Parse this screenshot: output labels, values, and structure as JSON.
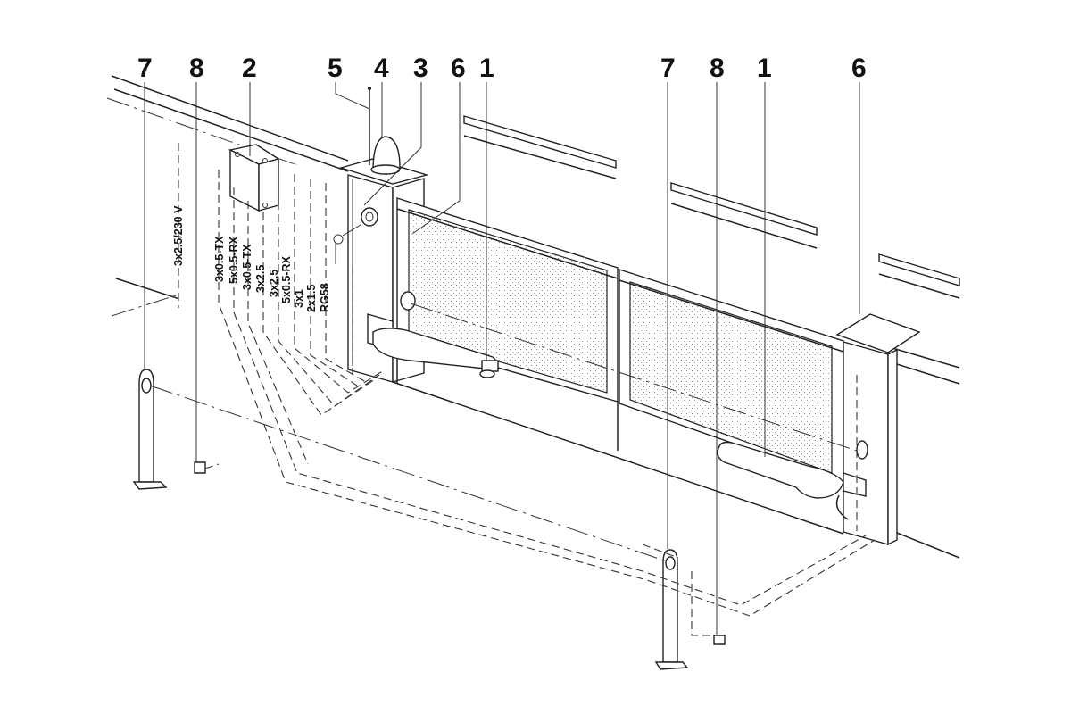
{
  "callouts": {
    "c1": "7",
    "c2": "8",
    "c3": "2",
    "c4": "5",
    "c5": "4",
    "c6": "3",
    "c7": "6",
    "c8": "1",
    "c9": "7",
    "c10": "8",
    "c11": "1",
    "c12": "6"
  },
  "cables": {
    "power": "3x2.5/230 V",
    "w1": "3x0.5-TX",
    "w2": "5x0.5-RX",
    "w3": "3x0.5-TX",
    "w4": "3x2.5",
    "w5": "3x2.5",
    "w6": "5x0.5-RX",
    "w7": "3x1",
    "w8": "2x1.5",
    "w9": "RG58"
  }
}
